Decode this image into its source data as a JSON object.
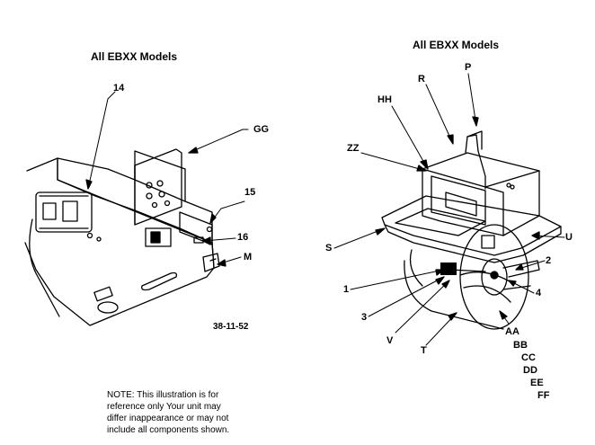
{
  "left_diagram": {
    "title": "All EBXX Models",
    "callouts": {
      "c14": "14",
      "gg": "GG",
      "c15": "15",
      "c16": "16",
      "m": "M"
    },
    "figure_code": "38-11-52"
  },
  "right_diagram": {
    "title": "All EBXX Models",
    "callouts": {
      "p": "P",
      "r": "R",
      "hh": "HH",
      "zz": "ZZ",
      "s": "S",
      "u": "U",
      "c2": "2",
      "c1": "1",
      "c4": "4",
      "c3": "3",
      "v": "V",
      "t": "T",
      "aa": "AA",
      "bb": "BB",
      "cc": "CC",
      "dd": "DD",
      "ee": "EE",
      "ff": "FF"
    }
  },
  "note": {
    "line1": "NOTE:     This illustration is for",
    "line2": "reference only    Your unit may",
    "line3": "differ inappearance or may not",
    "line4": "include all components shown."
  }
}
